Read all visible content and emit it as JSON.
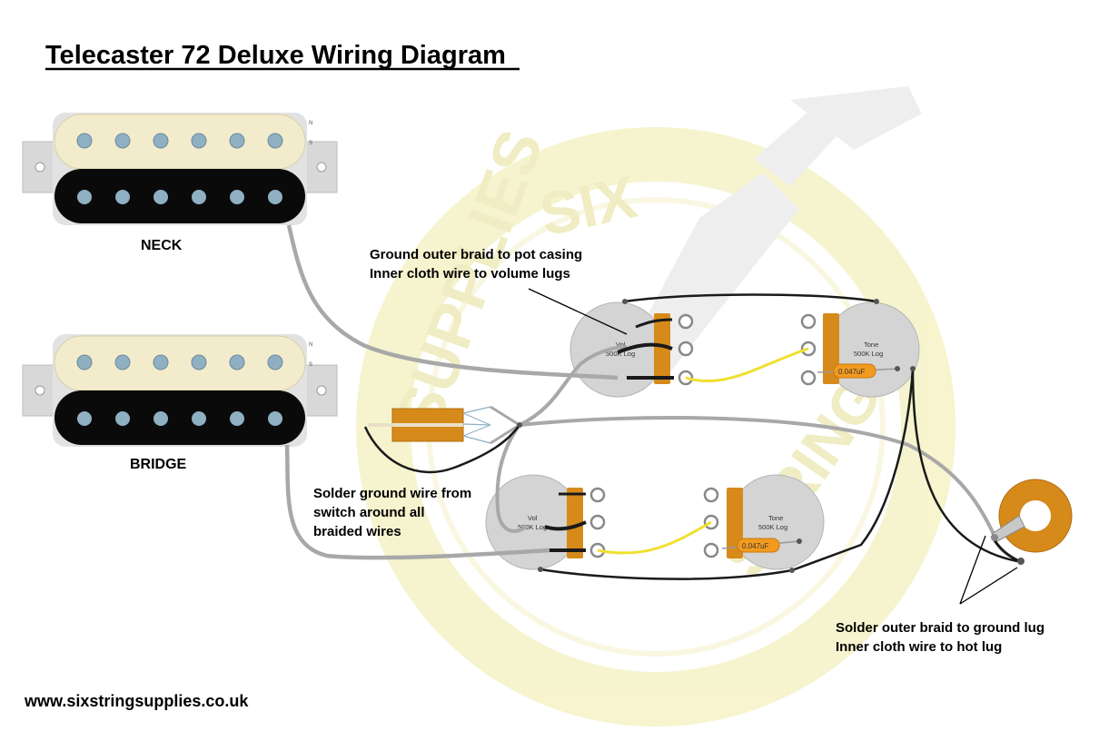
{
  "title": "Telecaster 72 Deluxe Wiring Diagram",
  "pickups": {
    "neck": {
      "label": "NECK",
      "north": "N",
      "south": "S"
    },
    "bridge": {
      "label": "BRIDGE",
      "north": "N",
      "south": "S"
    }
  },
  "pots": {
    "volume_top": {
      "name": "Vol",
      "value": "500K Log"
    },
    "tone_top": {
      "name": "Tone",
      "value": "500K Log"
    },
    "volume_bottom": {
      "name": "Vol",
      "value": "500K Log"
    },
    "tone_bottom": {
      "name": "Tone",
      "value": "500K Log"
    }
  },
  "capacitors": {
    "top": "0.047uF",
    "bottom": "0.047uF"
  },
  "notes": {
    "pot_line1": "Ground outer braid to pot casing",
    "pot_line2": "Inner cloth wire to volume lugs",
    "switch_line1": "Solder ground wire from",
    "switch_line2": "switch around all",
    "switch_line3": "braided wires",
    "jack_line1": "Solder outer braid to ground lug",
    "jack_line2": "Inner cloth wire to hot lug"
  },
  "watermark": "SIX STRING SUPPLIES",
  "footer": {
    "url": "www.sixstringsupplies.co.uk"
  },
  "colors": {
    "cream": "#f2eccd",
    "bobbin_black": "#0a0a0a",
    "pole": "#8fb0c2",
    "pot_body": "#d4d4d4",
    "pot_lug": "#d68a1a",
    "wire_gray": "#a8a8a8",
    "wire_yellow": "#f0e030",
    "jack_orange": "#d68a1a",
    "watermark": "#f4f1c4"
  }
}
